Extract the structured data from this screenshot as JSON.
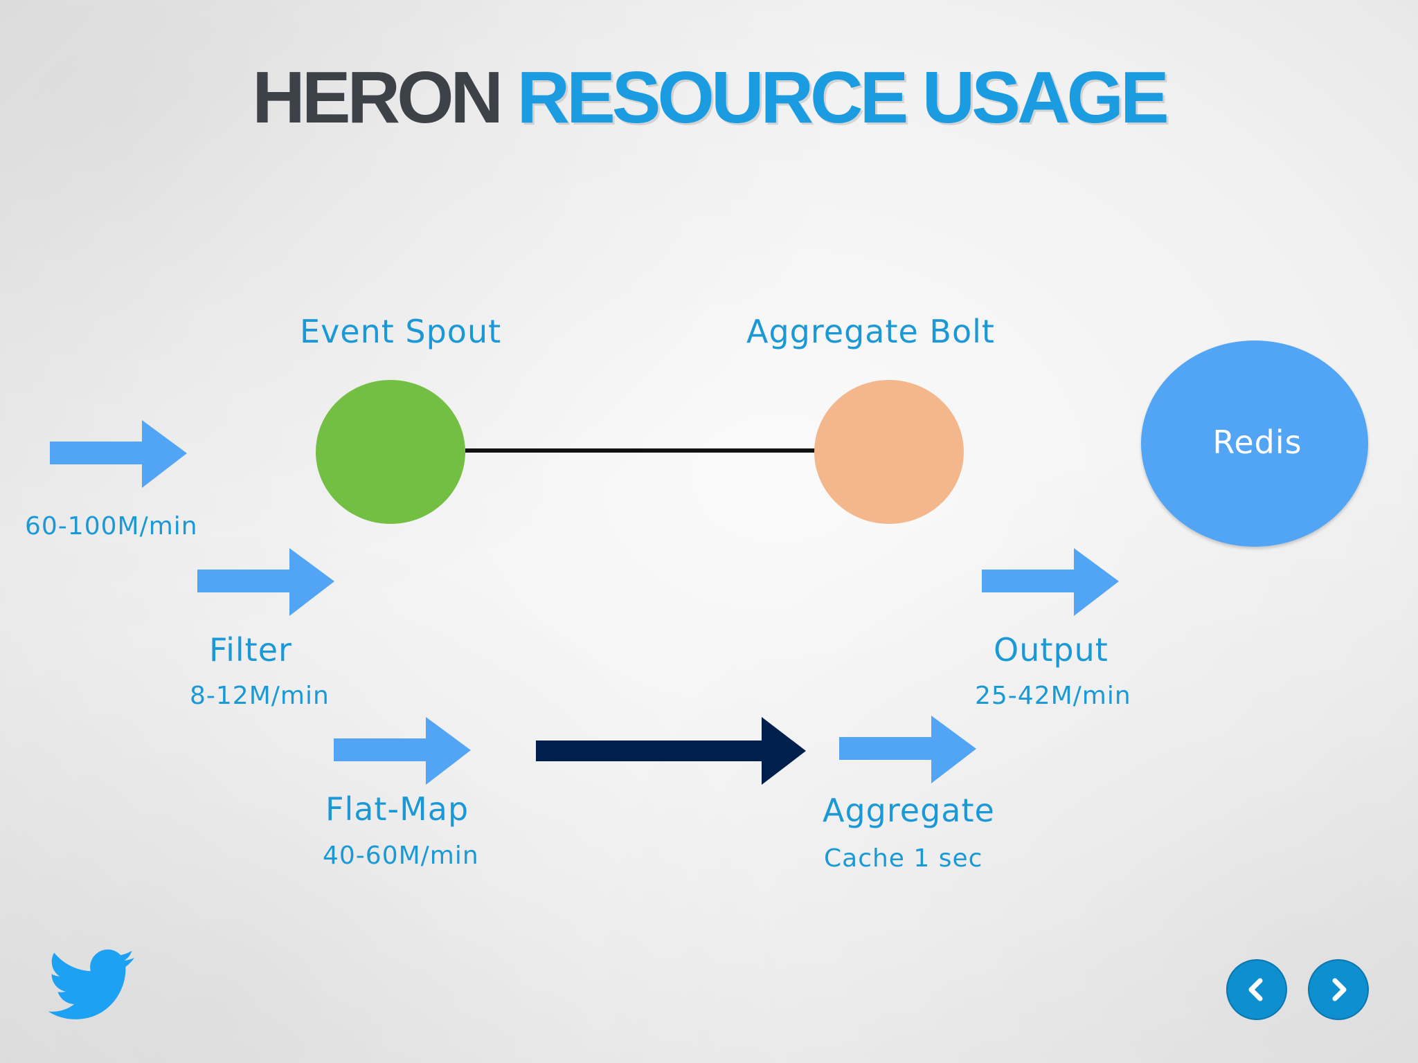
{
  "title": {
    "part1": "HERON",
    "part2": "RESOURCE USAGE"
  },
  "nodes": {
    "event_spout": {
      "label": "Event Spout",
      "color": "#72bf44"
    },
    "aggregate_bolt": {
      "label": "Aggregate Bolt",
      "color": "#f3b78b"
    },
    "redis": {
      "label": "Redis",
      "color": "#52a5f5"
    }
  },
  "flows": {
    "input": {
      "rate": "60-100M/min"
    },
    "filter": {
      "name": "Filter",
      "rate": "8-12M/min"
    },
    "flat_map": {
      "name": "Flat-Map",
      "rate": "40-60M/min"
    },
    "aggregate": {
      "name": "Aggregate",
      "detail": "Cache 1 sec"
    },
    "output": {
      "name": "Output",
      "rate": "25-42M/min"
    }
  },
  "colors": {
    "accent": "#1b9be0",
    "flow_arrow": "#52a5f5",
    "main_arrow": "#001f4d",
    "connector": "#111111"
  },
  "icons": [
    "twitter-bird-icon",
    "chevron-left-icon",
    "chevron-right-icon"
  ]
}
